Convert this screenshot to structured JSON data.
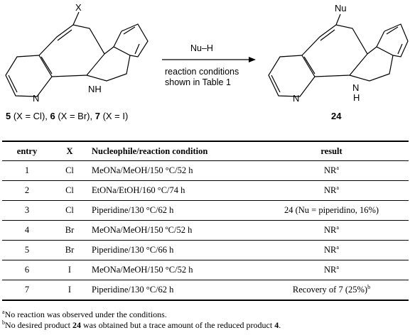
{
  "scheme": {
    "left_substituent": "X",
    "right_substituent": "Nu",
    "atom_n": "N",
    "atom_nh": "NH",
    "atom_n_right": "N",
    "atom_h_right": "H",
    "reagent": "Nu–H",
    "condition_line1": "reaction conditions",
    "condition_line2": "shown in Table 1",
    "compound_labels": [
      {
        "num": "5",
        "text": " (X = Cl), "
      },
      {
        "num": "6",
        "text": " (X = Br), "
      },
      {
        "num": "7",
        "text": " (X = I)"
      }
    ],
    "product_label": "24"
  },
  "table": {
    "headers": [
      "entry",
      "X",
      "Nucleophile/reaction condition",
      "result"
    ],
    "rows": [
      {
        "entry": "1",
        "x": "Cl",
        "condition": "MeONa/MeOH/150 °C/52 h",
        "result": "NR",
        "result_sup": "a"
      },
      {
        "entry": "2",
        "x": "Cl",
        "condition": "EtONa/EtOH/160 °C/74 h",
        "result": "NR",
        "result_sup": "a"
      },
      {
        "entry": "3",
        "x": "Cl",
        "condition": "Piperidine/130 °C/62 h",
        "result": "24 (Nu = piperidino, 16%)",
        "result_sup": ""
      },
      {
        "entry": "4",
        "x": "Br",
        "condition": "MeONa/MeOH/150 ºC/52 h",
        "result": "NR",
        "result_sup": "a"
      },
      {
        "entry": "5",
        "x": "Br",
        "condition": "Piperidine/130 °C/66 h",
        "result": "NR",
        "result_sup": "a"
      },
      {
        "entry": "6",
        "x": "I",
        "condition": "MeONa/MeOH/150 °C/52 h",
        "result": "NR",
        "result_sup": "a"
      },
      {
        "entry": "7",
        "x": "I",
        "condition": "Piperidine/130 °C/62 h",
        "result": "Recovery of 7 (25%)",
        "result_sup": "b"
      }
    ]
  },
  "footnotes": {
    "a_mark": "a",
    "a_text": "No reaction was observed under the conditions.",
    "b_mark": "b",
    "b_text_1": "No desired product ",
    "b_bold_1": "24",
    "b_text_2": " was obtained but a trace amount of the reduced product ",
    "b_bold_2": "4",
    "b_text_3": "."
  }
}
